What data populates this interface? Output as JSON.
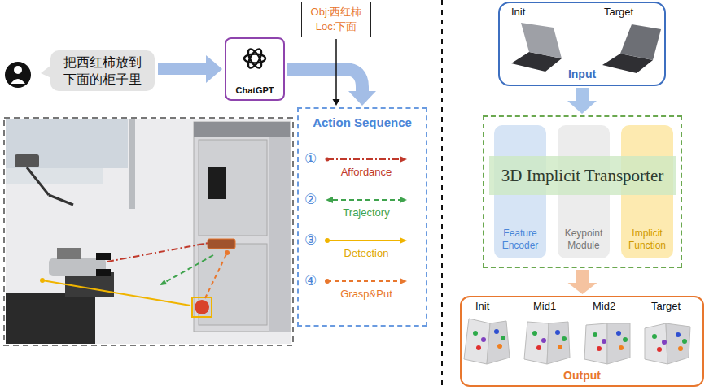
{
  "diagram": {
    "nodes": [
      {
        "text": [
          "把西红柿放到 下面的柜子里"
        ]
      },
      {
        "text": [
          "ChatGPT"
        ]
      },
      {
        "text": [
          "Obj:西红柿",
          "Loc:下面"
        ]
      },
      {
        "text": [
          "Action Sequence"
        ]
      },
      {
        "text": [
          "Input"
        ]
      },
      {
        "text": [
          "3D Implicit Transporter"
        ]
      },
      {
        "text": [
          "Feature Encoder"
        ],
        "in": 5
      },
      {
        "text": [
          "Keypoint Module"
        ],
        "in": 5
      },
      {
        "text": [
          "Implicit Function"
        ],
        "in": 5
      },
      {
        "text": [
          "Output"
        ]
      }
    ],
    "edges": [
      {
        "from": 0,
        "to": 1,
        "arrow": "to"
      },
      {
        "from": 1,
        "to": 3,
        "arrow": "to"
      },
      {
        "from": 2,
        "to": 3,
        "arrow": "to"
      },
      {
        "from": 4,
        "to": 5,
        "arrow": "to"
      },
      {
        "from": 5,
        "to": 9,
        "arrow": "to"
      }
    ],
    "labels": [
      "①",
      "Affordance",
      "②",
      "Trajectory",
      "③",
      "Detection",
      "④",
      "Grasp&Put",
      "Init",
      "Target",
      "Init",
      "Mid1",
      "Mid2",
      "Target"
    ]
  }
}
